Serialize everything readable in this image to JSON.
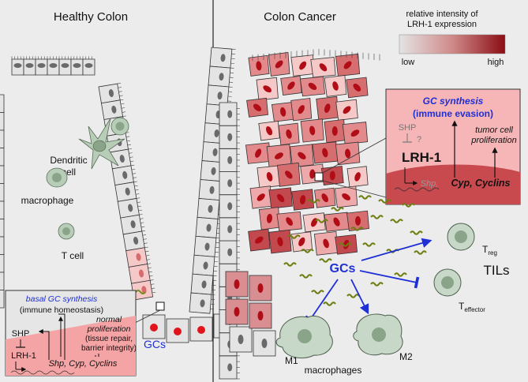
{
  "panels": {
    "left_title": "Healthy Colon",
    "right_title": "Colon Cancer"
  },
  "legend": {
    "title_line1": "relative intensity of",
    "title_line2": "LRH-1 expression",
    "low": "low",
    "high": "high",
    "colors": [
      "#e0e0e0",
      "#8b0d14"
    ]
  },
  "healthy": {
    "dendritic_cell_line1": "Dendritic",
    "dendritic_cell_line2": "cell",
    "macrophage": "macrophage",
    "t_cell": "T cell",
    "gcs": "GCs",
    "inset": {
      "basal": "basal GC synthesis",
      "homeostasis": "(immune homeostasis)",
      "normal_line1": "normal",
      "normal_line2": "proliferation",
      "normal_line3": "(tissue repair,",
      "normal_line4": "barrier integrity)",
      "shp": "SHP",
      "lrh1": "LRH-1",
      "genes": "Shp, Cyp, Cyclins"
    }
  },
  "cancer": {
    "inset": {
      "gc_synthesis": "GC synthesis",
      "immune_evasion": "(immune evasion)",
      "shp_q": "SHP",
      "question": "?",
      "tumor_line1": "tumor cell",
      "tumor_line2": "proliferation",
      "lrh1": "LRH-1",
      "shp_gene": "Shp,",
      "cyp_cyclins": "Cyp, Cyclins"
    },
    "gcs": "GCs",
    "treg_base": "T",
    "treg_sub": "reg",
    "teff_base": "T",
    "teff_sub": "effector",
    "tils": "TILs",
    "m1": "M1",
    "m2": "M2",
    "macrophages": "macrophages"
  },
  "colors": {
    "blue": "#1f2fd6",
    "dark_red": "#9b1b22",
    "cell_green": "#b8cdb8"
  }
}
